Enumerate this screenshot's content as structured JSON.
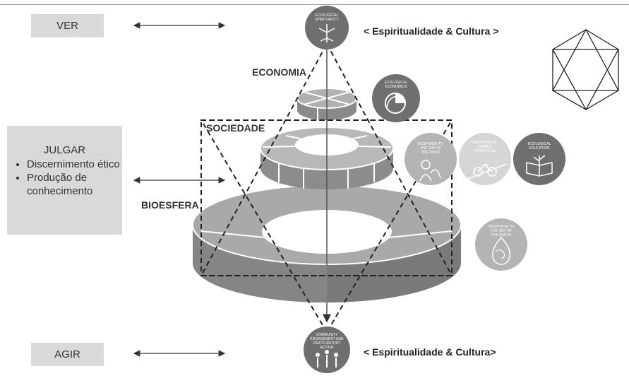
{
  "stages": {
    "ver": "VER",
    "julgar": "JULGAR",
    "julgar_points": [
      "Discernimento ético",
      "Produção de conhecimento"
    ],
    "agir": "AGIR"
  },
  "levels": {
    "economia": "ECONOMIA",
    "sociedade": "SOCIEDADE",
    "biosfera": "BIOESFERA"
  },
  "spirituality_top": "< Espiritualidade & Cultura >",
  "spirituality_bottom": "< Espiritualidade & Cultura>",
  "badges": {
    "top": [
      "ECOLOGICAL",
      "SPIRITUALITY"
    ],
    "economics": [
      "ECOLOGICAL",
      "ECONOMICS"
    ],
    "poor": [
      "RESPONSE TO",
      "THE CRY OF",
      "THE POOR"
    ],
    "lifestyle": [
      "ADOPTION OF",
      "SIMPLE",
      "LIFESTYLES"
    ],
    "education": [
      "ECOLOGICAL",
      "EDUCATION"
    ],
    "earth": [
      "RESPONSE TO",
      "THE CRY OF",
      "THE EARTH"
    ],
    "bottom": [
      "COMMUNITY",
      "ENGAGEMENT AND",
      "PARTICIPATORY",
      "ACTION"
    ]
  },
  "colors": {
    "box_fill": "#d9d9d9",
    "badge_dark": "#6f6f6f",
    "badge_mid": "#a0a0a0",
    "badge_light": "#cdcdcd"
  }
}
